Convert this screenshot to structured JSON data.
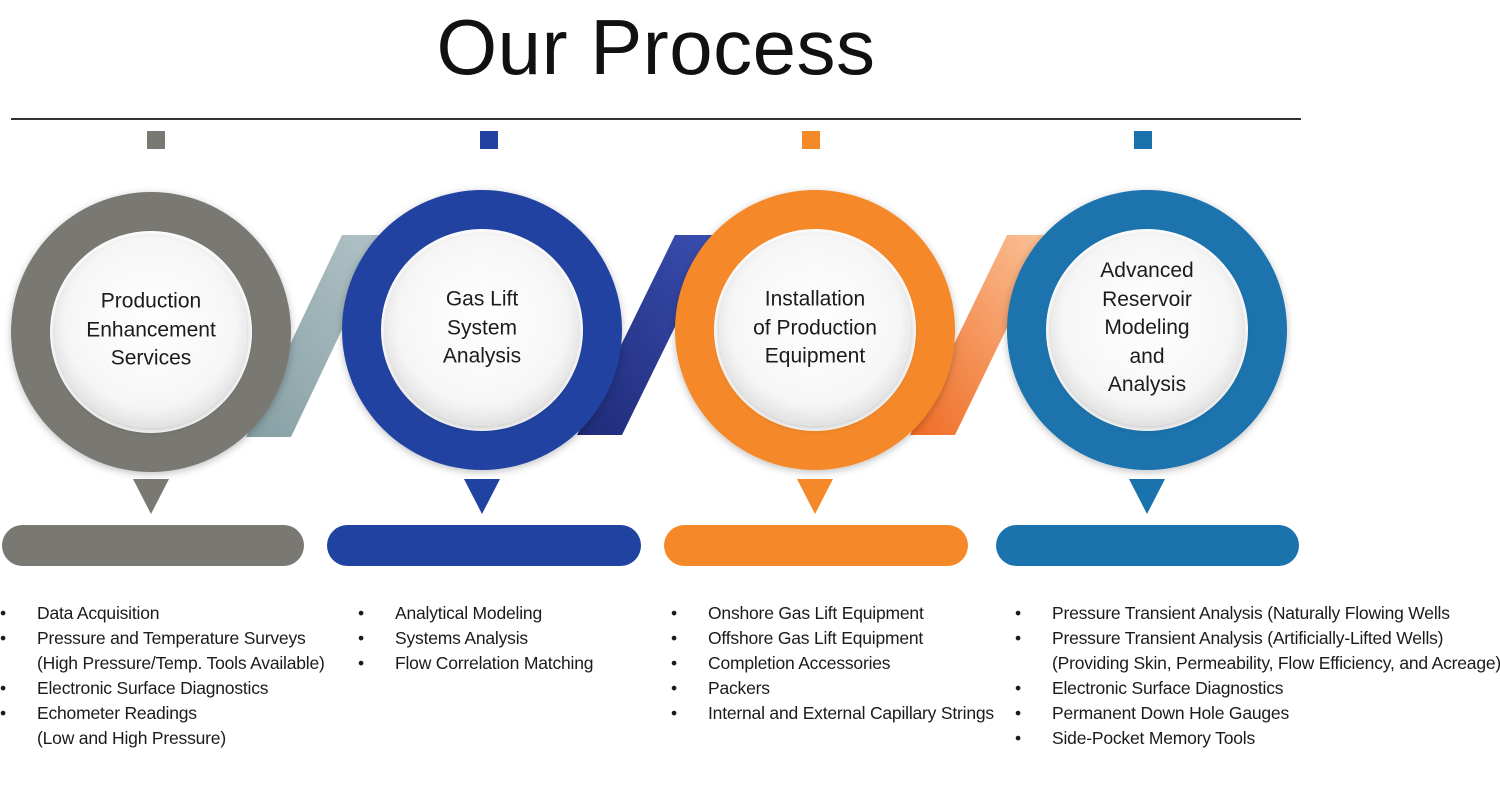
{
  "title": "Our Process",
  "steps": [
    {
      "label": [
        "Production",
        "Enhancement",
        "Services"
      ],
      "color": "#797873",
      "bullets": [
        [
          "Data Acquisition"
        ],
        [
          "Pressure and Temperature Surveys",
          "(High Pressure/Temp. Tools Available)"
        ],
        [
          "Electronic Surface Diagnostics"
        ],
        [
          "Echometer Readings",
          "(Low and High Pressure)"
        ]
      ]
    },
    {
      "label": [
        "Gas Lift",
        "System",
        "Analysis"
      ],
      "color": "#2043a1",
      "bullets": [
        [
          "Analytical Modeling"
        ],
        [
          "Systems Analysis"
        ],
        [
          "Flow Correlation Matching"
        ]
      ]
    },
    {
      "label": [
        "Installation",
        "of Production",
        "Equipment"
      ],
      "color": "#f5892a",
      "bullets": [
        [
          "Onshore Gas Lift Equipment"
        ],
        [
          "Offshore Gas Lift Equipment"
        ],
        [
          "Completion Accessories"
        ],
        [
          "Packers"
        ],
        [
          "Internal and External Capillary Strings"
        ]
      ]
    },
    {
      "label": [
        "Advanced",
        "Reservoir",
        "Modeling",
        "and",
        "Analysis"
      ],
      "color": "#1a73ad",
      "bullets": [
        [
          "Pressure Transient Analysis (Naturally Flowing Wells"
        ],
        [
          "Pressure Transient Analysis (Artificially-Lifted Wells)",
          "(Providing Skin, Permeability, Flow Efficiency, and Acreage)"
        ],
        [
          "Electronic Surface Diagnostics"
        ],
        [
          "Permanent Down Hole Gauges"
        ],
        [
          "Side-Pocket Memory Tools"
        ]
      ]
    }
  ],
  "connector_colors": [
    "#8fa7ab",
    "#27358a",
    "#f37a32"
  ]
}
